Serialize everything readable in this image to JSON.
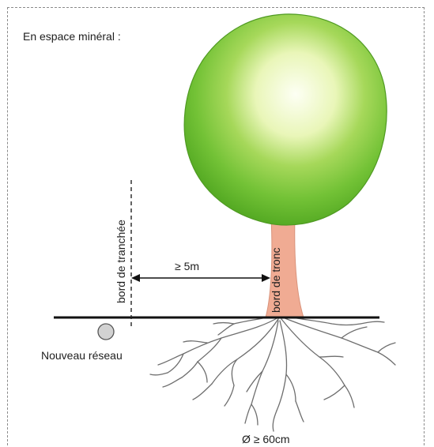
{
  "diagram": {
    "title": "En espace minéral :",
    "trench_label": "bord de tranchée",
    "trunk_label": "bord de tronc",
    "distance_label": "≥ 5m",
    "network_label": "Nouveau réseau",
    "diameter_label": "Ø ≥ 60cm",
    "colors": {
      "canopy_outer": "#5fb82a",
      "canopy_mid": "#8fd04a",
      "canopy_inner": "#f6fbe4",
      "trunk": "#f0ab93",
      "roots": "#6e6e6e",
      "ground": "#111111",
      "network_fill": "#d2d2d2"
    },
    "icons": [
      "tree-canopy",
      "tree-trunk",
      "roots",
      "network-pipe-circle",
      "double-arrow"
    ]
  }
}
